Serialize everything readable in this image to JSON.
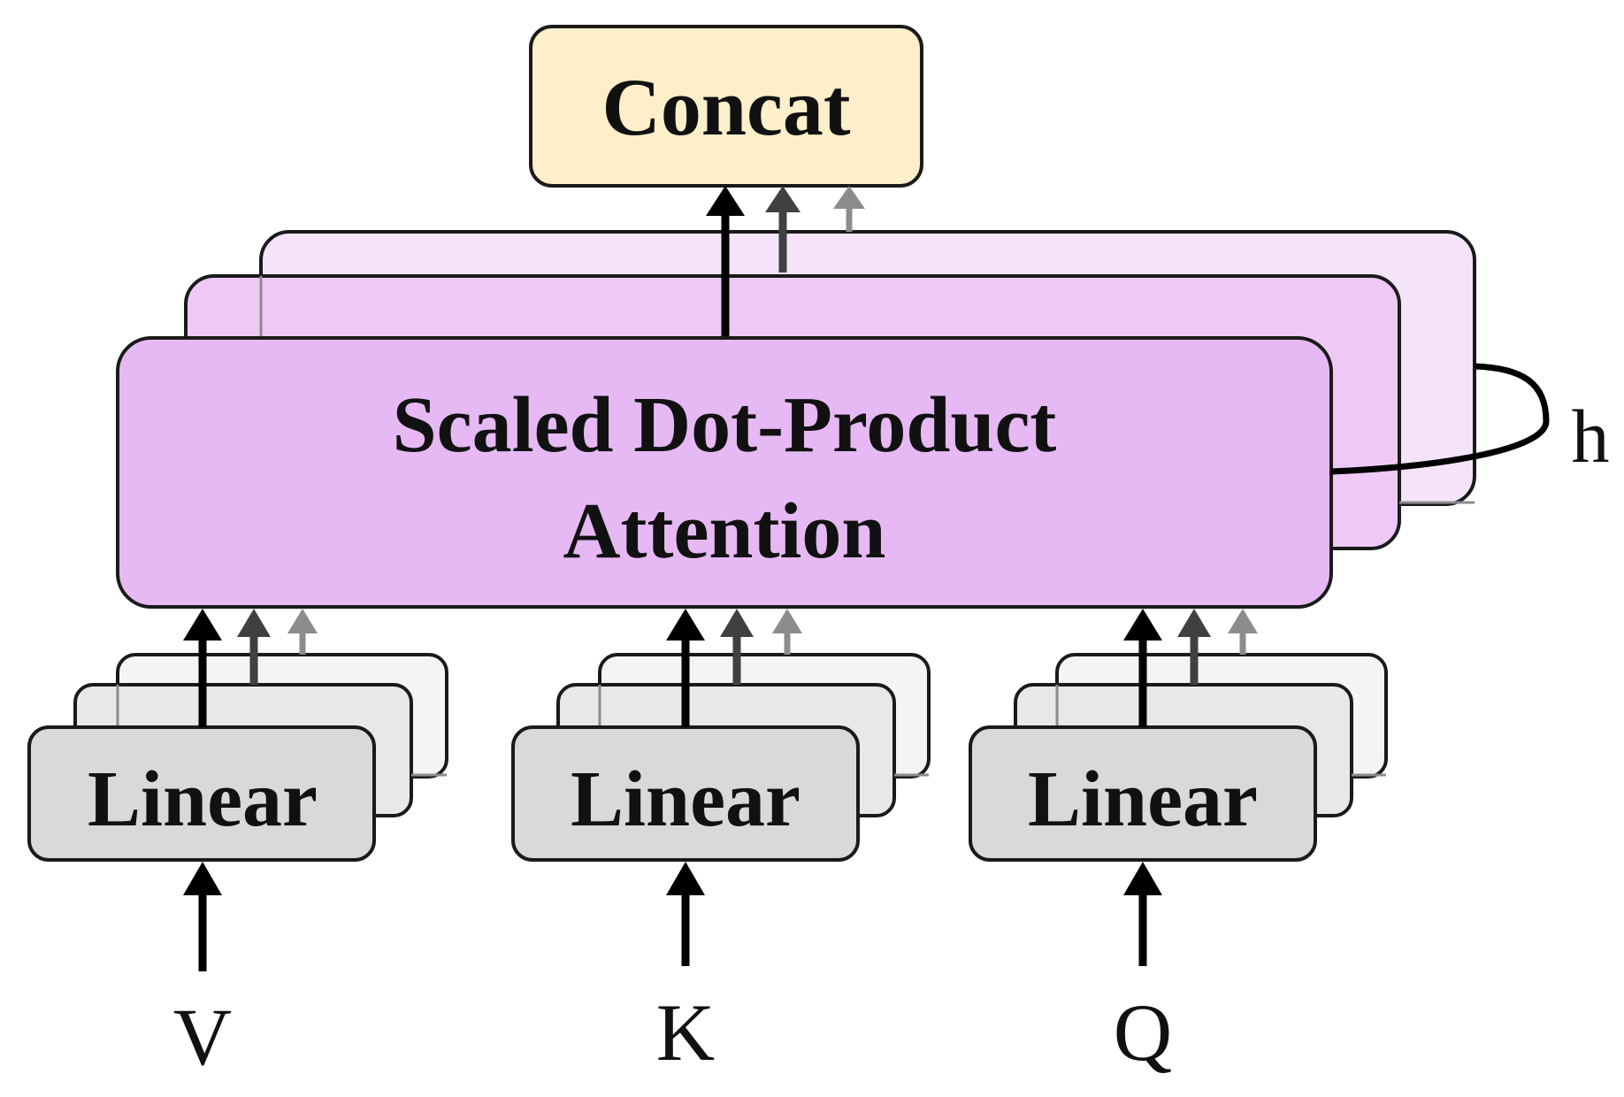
{
  "concat": {
    "label": "Concat"
  },
  "attention": {
    "label_line1": "Scaled Dot-Product",
    "label_line2": "Attention"
  },
  "heads": {
    "label": "h"
  },
  "linear_v": {
    "label": "Linear"
  },
  "linear_k": {
    "label": "Linear"
  },
  "linear_q": {
    "label": "Linear"
  },
  "inputs": {
    "v": "V",
    "k": "K",
    "q": "Q"
  },
  "colors": {
    "concat_fill": "#fcefc9",
    "attention_fill": "#e6b9f4",
    "attention_mid_fill": "#eec9f6",
    "attention_back_fill": "#f5e3fa",
    "linear_fill": "#d9d9d9",
    "linear_mid_fill": "#e8e8e8",
    "linear_back_fill": "#f4f4f4",
    "arrow_front": "#000000",
    "arrow_mid": "#404040",
    "arrow_back": "#8c8c8c",
    "stroke": "#1a1a1a"
  }
}
